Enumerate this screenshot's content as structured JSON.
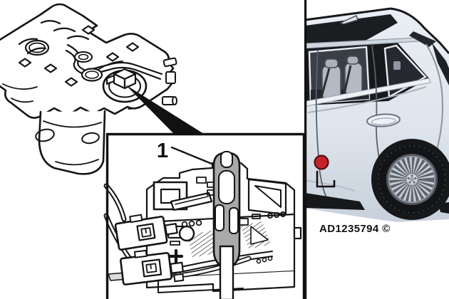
{
  "figure": {
    "callout_label": "1",
    "reference_code": "AD1235794 ©"
  },
  "illustrations": {
    "left": "fuel-tank-top-view",
    "inset": "fuel-pump-sender-module-detail",
    "right": "vehicle-rear-quarter-view"
  },
  "marker": {
    "type": "fuel-pump-location",
    "color": "#c4232b"
  },
  "highlight": {
    "part": "sender-guide-rail",
    "color": "#a9a9a9"
  },
  "colors": {
    "line": "#141414",
    "car_body": "#dfe5ec",
    "glass": "#2b2e33",
    "divider": "#111111"
  }
}
